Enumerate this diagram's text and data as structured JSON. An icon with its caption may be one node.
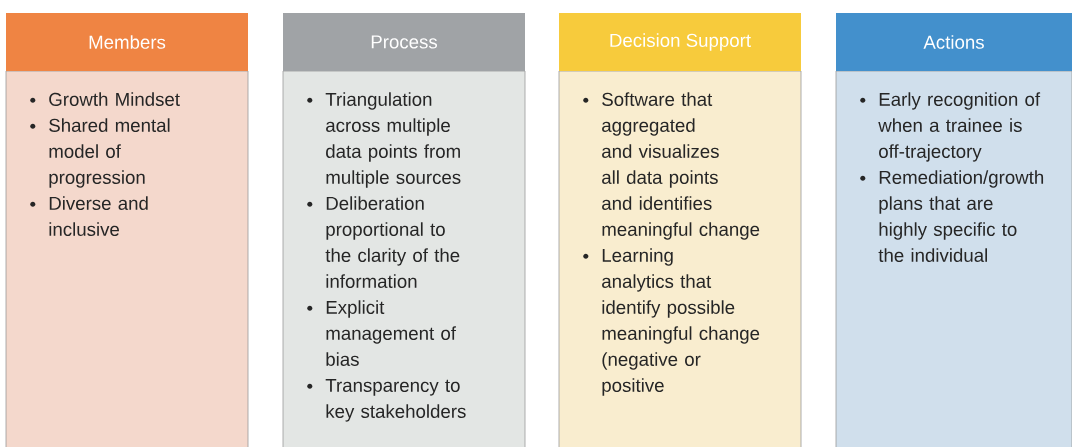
{
  "diagram": {
    "nodes": [
      {
        "text": [
          "Members",
          "Growth Mindset",
          "Shared mental model of progression",
          "Diverse and inclusive"
        ]
      },
      {
        "text": [
          "Process",
          "Triangulation across multiple data points from multiple sources",
          "Deliberation proportional to the clarity of the information",
          "Explicit management of bias",
          "Transparency to key stakeholders"
        ]
      },
      {
        "text": [
          "Decision Support",
          "Software that aggregated and visualizes all data points and identifies meaningful change",
          "Learning analytics that identify possible meaningful change (negative or positive"
        ]
      },
      {
        "text": [
          "Actions",
          "Early recognition of when a trainee is off-trajectory",
          "Remediation/growth plans that are highly specific to the individual"
        ]
      }
    ]
  }
}
